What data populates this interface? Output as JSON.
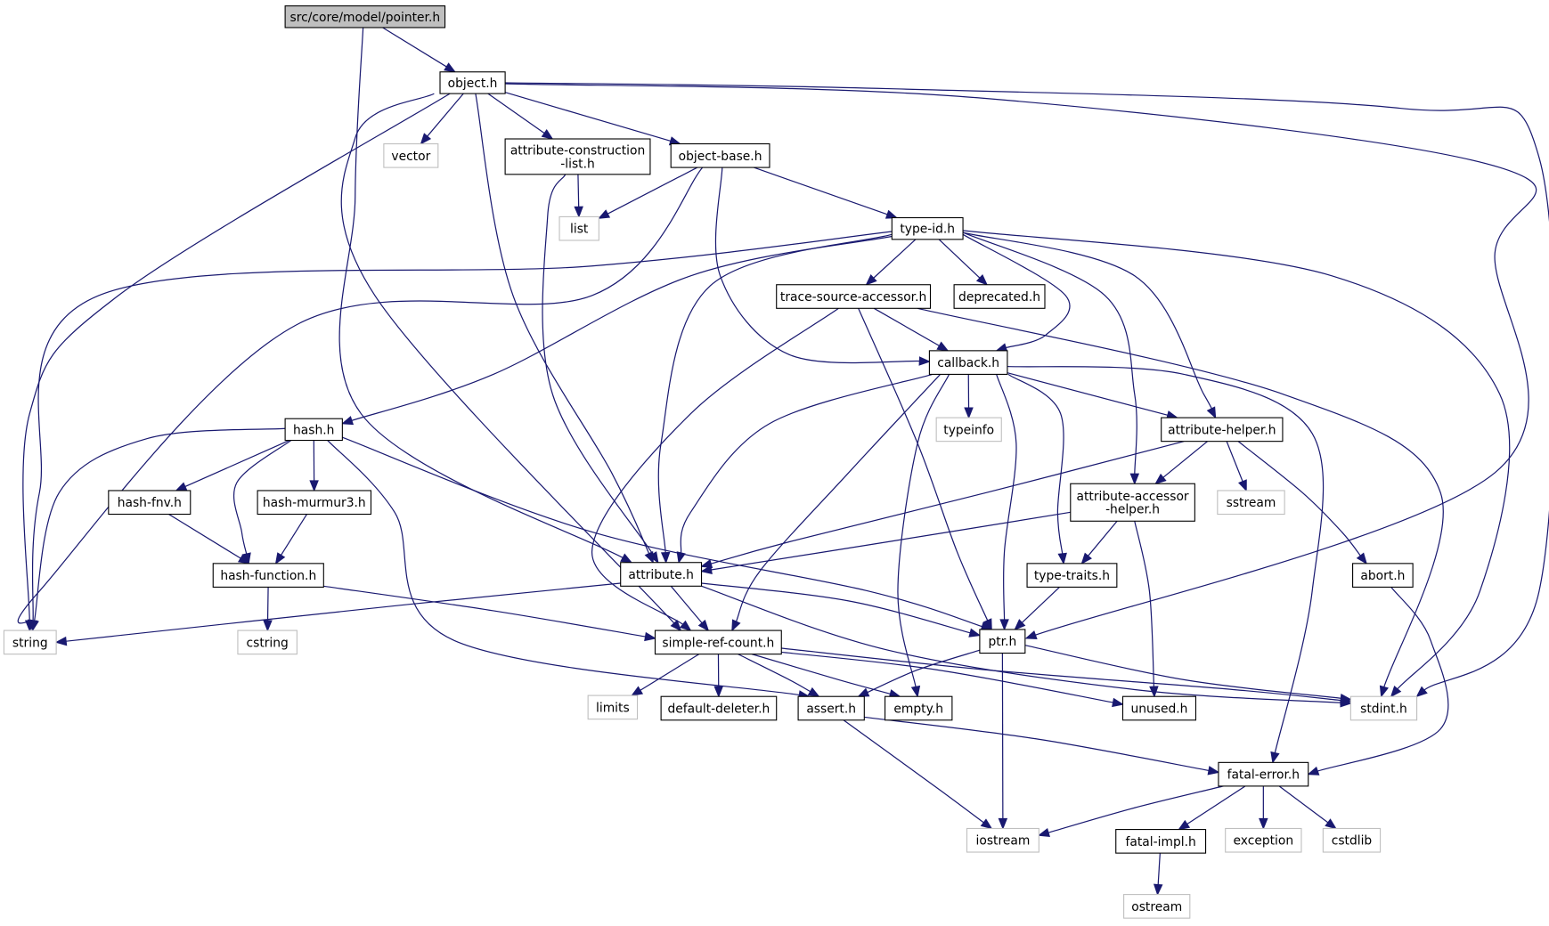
{
  "title": "src/core/model/pointer.h include dependency graph",
  "colors": {
    "edge": "#191970",
    "local_border": "#000000",
    "system_border": "#bfbfbf",
    "root_fill": "#bfbfbf"
  },
  "nodes": [
    {
      "id": "pointer",
      "label": "src/core/model/pointer.h",
      "kind": "root"
    },
    {
      "id": "object",
      "label": "object.h",
      "kind": "local"
    },
    {
      "id": "vector",
      "label": "vector",
      "kind": "system"
    },
    {
      "id": "acl",
      "label": "attribute-construction\n-list.h",
      "kind": "local"
    },
    {
      "id": "objbase",
      "label": "object-base.h",
      "kind": "local"
    },
    {
      "id": "list",
      "label": "list",
      "kind": "system"
    },
    {
      "id": "typeid",
      "label": "type-id.h",
      "kind": "local"
    },
    {
      "id": "tsa",
      "label": "trace-source-accessor.h",
      "kind": "local"
    },
    {
      "id": "deprecated",
      "label": "deprecated.h",
      "kind": "local"
    },
    {
      "id": "callback",
      "label": "callback.h",
      "kind": "local"
    },
    {
      "id": "hash",
      "label": "hash.h",
      "kind": "local"
    },
    {
      "id": "typeinfo",
      "label": "typeinfo",
      "kind": "system"
    },
    {
      "id": "attrhelper",
      "label": "attribute-helper.h",
      "kind": "local"
    },
    {
      "id": "hashfnv",
      "label": "hash-fnv.h",
      "kind": "local"
    },
    {
      "id": "hashmurmur",
      "label": "hash-murmur3.h",
      "kind": "local"
    },
    {
      "id": "aah",
      "label": "attribute-accessor\n-helper.h",
      "kind": "local"
    },
    {
      "id": "sstream",
      "label": "sstream",
      "kind": "system"
    },
    {
      "id": "hashfunc",
      "label": "hash-function.h",
      "kind": "local"
    },
    {
      "id": "attribute",
      "label": "attribute.h",
      "kind": "local"
    },
    {
      "id": "typetraits",
      "label": "type-traits.h",
      "kind": "local"
    },
    {
      "id": "abort",
      "label": "abort.h",
      "kind": "local"
    },
    {
      "id": "string",
      "label": "string",
      "kind": "system"
    },
    {
      "id": "cstring",
      "label": "cstring",
      "kind": "system"
    },
    {
      "id": "src",
      "label": "simple-ref-count.h",
      "kind": "local"
    },
    {
      "id": "ptr",
      "label": "ptr.h",
      "kind": "local"
    },
    {
      "id": "limits",
      "label": "limits",
      "kind": "system"
    },
    {
      "id": "defdel",
      "label": "default-deleter.h",
      "kind": "local"
    },
    {
      "id": "assert",
      "label": "assert.h",
      "kind": "local"
    },
    {
      "id": "empty",
      "label": "empty.h",
      "kind": "local"
    },
    {
      "id": "unused",
      "label": "unused.h",
      "kind": "local"
    },
    {
      "id": "stdint",
      "label": "stdint.h",
      "kind": "system"
    },
    {
      "id": "fatalerr",
      "label": "fatal-error.h",
      "kind": "local"
    },
    {
      "id": "iostream",
      "label": "iostream",
      "kind": "system"
    },
    {
      "id": "fatalimpl",
      "label": "fatal-impl.h",
      "kind": "local"
    },
    {
      "id": "exception",
      "label": "exception",
      "kind": "system"
    },
    {
      "id": "cstdlib",
      "label": "cstdlib",
      "kind": "system"
    },
    {
      "id": "ostream",
      "label": "ostream",
      "kind": "system"
    }
  ],
  "edges": [
    [
      "pointer",
      "object"
    ],
    [
      "pointer",
      "attribute"
    ],
    [
      "object",
      "vector"
    ],
    [
      "object",
      "acl"
    ],
    [
      "object",
      "objbase"
    ],
    [
      "object",
      "string"
    ],
    [
      "object",
      "attribute"
    ],
    [
      "object",
      "src"
    ],
    [
      "object",
      "ptr"
    ],
    [
      "object",
      "stdint"
    ],
    [
      "acl",
      "list"
    ],
    [
      "acl",
      "attribute"
    ],
    [
      "objbase",
      "list"
    ],
    [
      "objbase",
      "typeid"
    ],
    [
      "objbase",
      "string"
    ],
    [
      "objbase",
      "callback"
    ],
    [
      "typeid",
      "tsa"
    ],
    [
      "typeid",
      "deprecated"
    ],
    [
      "typeid",
      "callback"
    ],
    [
      "typeid",
      "hash"
    ],
    [
      "typeid",
      "string"
    ],
    [
      "typeid",
      "attribute"
    ],
    [
      "typeid",
      "attrhelper"
    ],
    [
      "typeid",
      "aah"
    ],
    [
      "typeid",
      "stdint"
    ],
    [
      "tsa",
      "callback"
    ],
    [
      "tsa",
      "src"
    ],
    [
      "tsa",
      "ptr"
    ],
    [
      "tsa",
      "stdint"
    ],
    [
      "callback",
      "typeinfo"
    ],
    [
      "callback",
      "attrhelper"
    ],
    [
      "callback",
      "attribute"
    ],
    [
      "callback",
      "src"
    ],
    [
      "callback",
      "ptr"
    ],
    [
      "callback",
      "empty"
    ],
    [
      "callback",
      "typetraits"
    ],
    [
      "callback",
      "fatalerr"
    ],
    [
      "hash",
      "hashfnv"
    ],
    [
      "hash",
      "hashmurmur"
    ],
    [
      "hash",
      "hashfunc"
    ],
    [
      "hash",
      "string"
    ],
    [
      "hash",
      "ptr"
    ],
    [
      "hash",
      "assert"
    ],
    [
      "hashfnv",
      "hashfunc"
    ],
    [
      "hashmurmur",
      "hashfunc"
    ],
    [
      "attrhelper",
      "aah"
    ],
    [
      "attrhelper",
      "sstream"
    ],
    [
      "attrhelper",
      "abort"
    ],
    [
      "attrhelper",
      "attribute"
    ],
    [
      "aah",
      "attribute"
    ],
    [
      "aah",
      "typetraits"
    ],
    [
      "aah",
      "unused"
    ],
    [
      "hashfunc",
      "cstring"
    ],
    [
      "hashfunc",
      "src"
    ],
    [
      "attribute",
      "string"
    ],
    [
      "attribute",
      "src"
    ],
    [
      "attribute",
      "ptr"
    ],
    [
      "attribute",
      "stdint"
    ],
    [
      "typetraits",
      "ptr"
    ],
    [
      "abort",
      "fatalerr"
    ],
    [
      "src",
      "limits"
    ],
    [
      "src",
      "defdel"
    ],
    [
      "src",
      "assert"
    ],
    [
      "src",
      "empty"
    ],
    [
      "src",
      "unused"
    ],
    [
      "src",
      "stdint"
    ],
    [
      "ptr",
      "assert"
    ],
    [
      "ptr",
      "iostream"
    ],
    [
      "ptr",
      "stdint"
    ],
    [
      "assert",
      "fatalerr"
    ],
    [
      "assert",
      "iostream"
    ],
    [
      "fatalerr",
      "iostream"
    ],
    [
      "fatalerr",
      "fatalimpl"
    ],
    [
      "fatalerr",
      "exception"
    ],
    [
      "fatalerr",
      "cstdlib"
    ],
    [
      "fatalimpl",
      "ostream"
    ]
  ]
}
